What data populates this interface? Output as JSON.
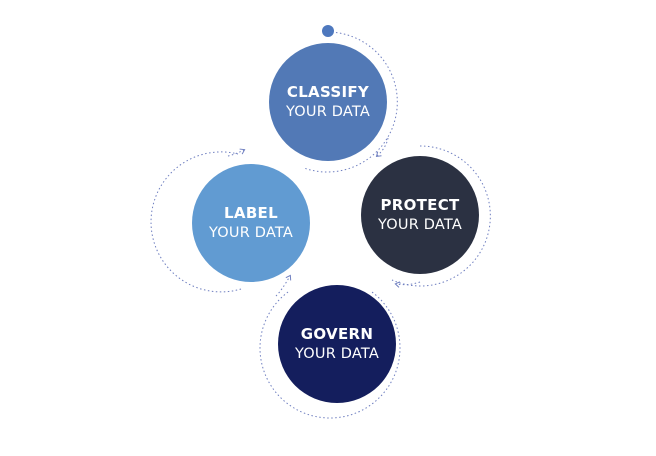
{
  "steps": [
    {
      "id": "classify",
      "title": "CLASSIFY",
      "subtitle": "YOUR DATA",
      "color": "#5279B6"
    },
    {
      "id": "protect",
      "title": "PROTECT",
      "subtitle": "YOUR DATA",
      "color": "#2B3142"
    },
    {
      "id": "label",
      "title": "LABEL",
      "subtitle": "YOUR DATA",
      "color": "#619BD2"
    },
    {
      "id": "govern",
      "title": "GOVERN",
      "subtitle": "YOUR DATA",
      "color": "#141E5D"
    }
  ],
  "ring_color": "#6F7FC0",
  "start_dot_color": "#4E78BE"
}
